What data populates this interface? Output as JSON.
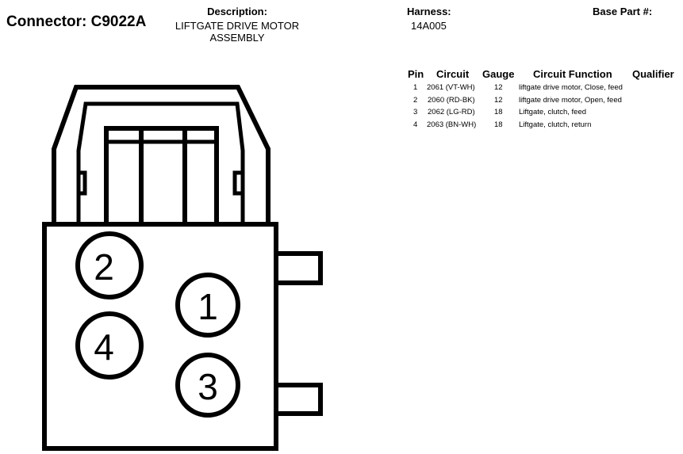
{
  "connector": {
    "title": "Connector: C9022A"
  },
  "description": {
    "label": "Description:",
    "value_line1": "LIFTGATE DRIVE MOTOR",
    "value_line2": "ASSEMBLY"
  },
  "harness": {
    "label": "Harness:",
    "value": "14A005"
  },
  "base_part": {
    "label": "Base Part #:"
  },
  "pin_table": {
    "headers": {
      "pin": "Pin",
      "circuit": "Circuit",
      "gauge": "Gauge",
      "function": "Circuit Function",
      "qualifier": "Qualifier"
    },
    "rows": [
      {
        "pin": "1",
        "circuit": "2061 (VT-WH)",
        "gauge": "12",
        "function": "liftgate drive motor, Close, feed"
      },
      {
        "pin": "2",
        "circuit": "2060 (RD-BK)",
        "gauge": "12",
        "function": "liftgate drive motor, Open, feed"
      },
      {
        "pin": "3",
        "circuit": "2062 (LG-RD)",
        "gauge": "18",
        "function": "Liftgate, clutch, feed"
      },
      {
        "pin": "4",
        "circuit": "2063 (BN-WH)",
        "gauge": "18",
        "function": "Liftgate, clutch, return"
      }
    ]
  },
  "diagram": {
    "pins": [
      {
        "label": "2"
      },
      {
        "label": "1"
      },
      {
        "label": "4"
      },
      {
        "label": "3"
      }
    ]
  }
}
